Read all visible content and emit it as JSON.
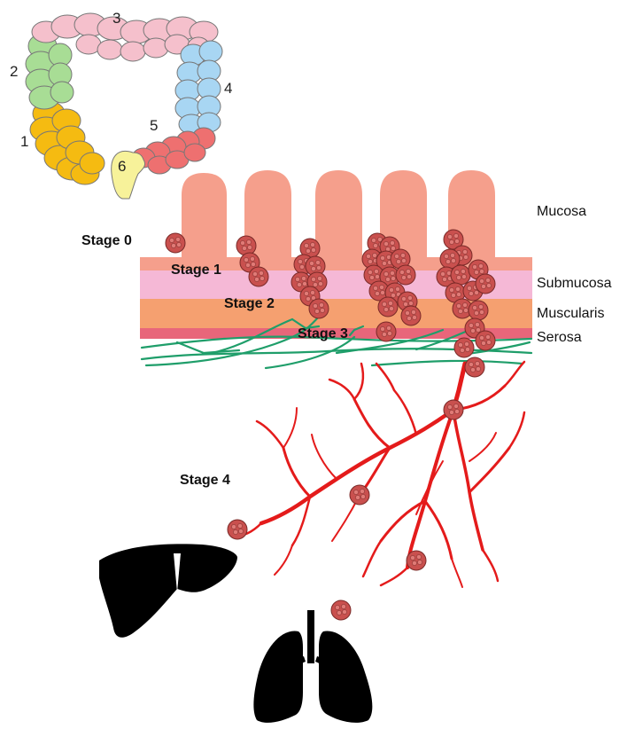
{
  "colon": {
    "segments": [
      {
        "label": "1",
        "color": "#f5bb11"
      },
      {
        "label": "2",
        "color": "#a8dd95"
      },
      {
        "label": "3",
        "color": "#f5c0cc"
      },
      {
        "label": "4",
        "color": "#a8d6f3"
      },
      {
        "label": "5",
        "color": "#ee7070"
      },
      {
        "label": "6",
        "color": "#f7f29a"
      }
    ]
  },
  "layers": {
    "mucosa": "Mucosa",
    "submucosa": "Submucosa",
    "muscularis": "Muscularis",
    "serosa": "Serosa"
  },
  "stages": {
    "s0": "Stage 0",
    "s1": "Stage 1",
    "s2": "Stage 2",
    "s3": "Stage 3",
    "s4": "Stage 4"
  },
  "colors": {
    "mucosa": "#f59f8c",
    "submucosa": "#f5b8d6",
    "muscularis": "#f5a070",
    "serosa": "#e8667a",
    "vessel_green": "#1f9e6a",
    "blood_vessel": "#e41b1b",
    "tumor": "#c9504e",
    "organ": "#000000"
  }
}
